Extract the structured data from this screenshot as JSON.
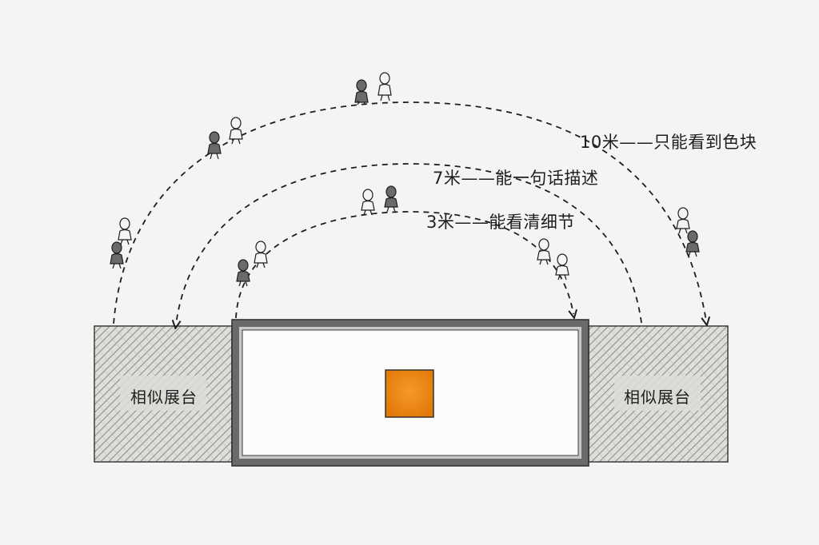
{
  "distance_labels": {
    "far": "10米——只能看到色块",
    "mid": "7米——能一句话描述",
    "near": "3米——能看清细节"
  },
  "booths": {
    "left_label": "相似展台",
    "right_label": "相似展台"
  },
  "colors": {
    "background": "#f4f4f2",
    "ink": "#1e1e1e",
    "hatch": "#9a9a9a",
    "booth_frame": "#5a5a5a",
    "artwork": "#f08a12"
  }
}
